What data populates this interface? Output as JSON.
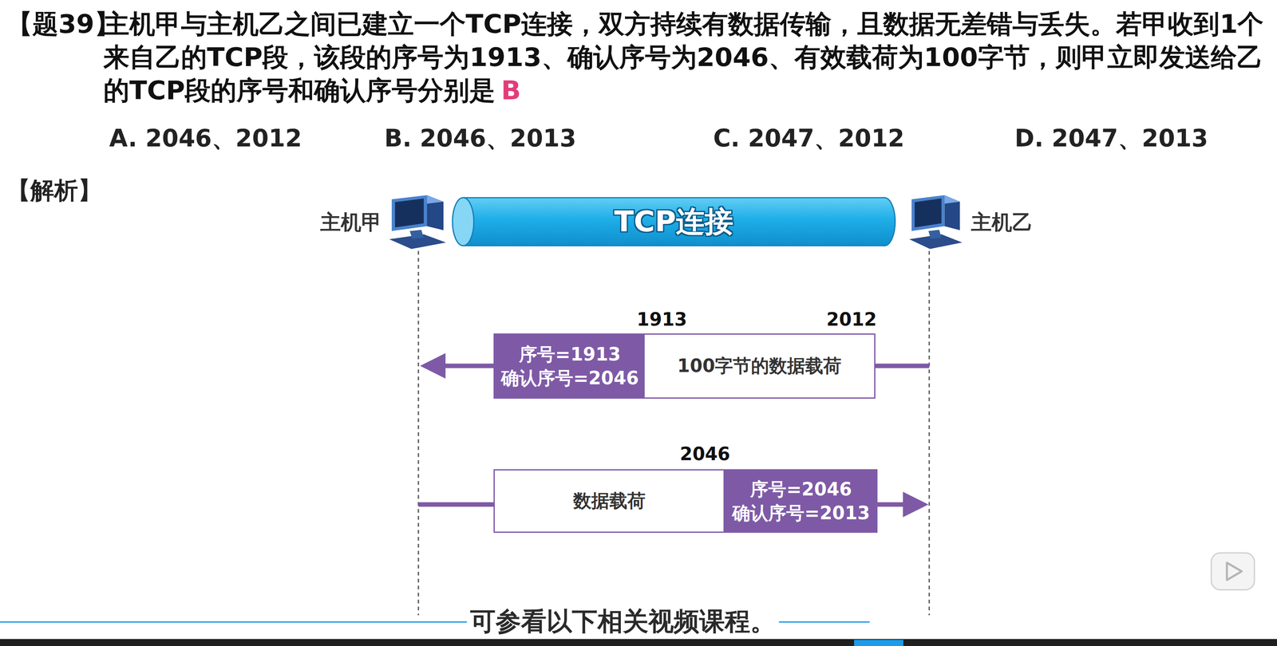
{
  "diagram": {
    "nodes": [
      {
        "text": [
          "主机甲"
        ]
      },
      {
        "text": [
          "TCP连接"
        ]
      },
      {
        "text": [
          "主机乙"
        ]
      },
      {
        "text": [
          "序号=1913",
          "确认序号=2046"
        ]
      },
      {
        "text": [
          "100字节的数据载荷"
        ]
      },
      {
        "text": [
          "数据载荷"
        ]
      },
      {
        "text": [
          "序号=2046",
          "确认序号=2013"
        ]
      }
    ],
    "labels": [
      "【题39】",
      "主机甲与主机乙之间已建立一个TCP连接，双方持续有数据传输，且数据无差错与丢失。若甲收到1个来自乙的TCP段，该段的序号为1913、确认序号为2046、有效载荷为100字节，则甲立即发送给乙的TCP段的序号和确认序号分别是",
      "B",
      "A. 2046、2012",
      "B. 2046、2013",
      "C. 2047、2012",
      "D. 2047、2013",
      "【解析】",
      "1913",
      "2012",
      "2046",
      "可参看以下相关视频课程。"
    ]
  }
}
